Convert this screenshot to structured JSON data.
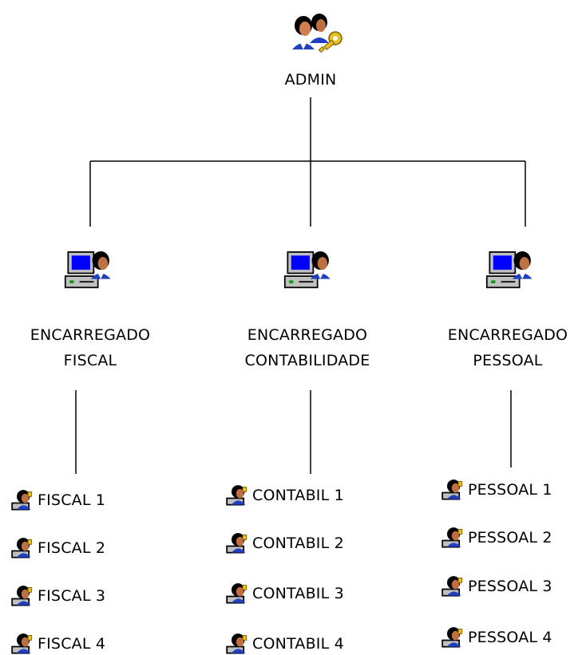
{
  "root": {
    "label": "ADMIN",
    "icon": "admin-key-users-icon"
  },
  "managers": [
    {
      "id": "fiscal",
      "line1": "ENCARREGADO",
      "line2": "FISCAL",
      "icon": "computer-user-icon"
    },
    {
      "id": "contabilidade",
      "line1": "ENCARREGADO",
      "line2": "CONTABILIDADE",
      "icon": "computer-user-icon"
    },
    {
      "id": "pessoal",
      "line1": "ENCARREGADO",
      "line2": "PESSOAL",
      "icon": "computer-user-icon"
    }
  ],
  "users": {
    "fiscal": [
      "FISCAL 1",
      "FISCAL 2",
      "FISCAL 3",
      "FISCAL 4"
    ],
    "contabilidade": [
      "CONTABIL 1",
      "CONTABIL 2",
      "CONTABIL 3",
      "CONTABIL 4"
    ],
    "pessoal": [
      "PESSOAL 1",
      "PESSOAL 2",
      "PESSOAL 3",
      "PESSOAL 4"
    ]
  },
  "user_icon": "user-icon",
  "colors": {
    "line": "#000000",
    "monitor": "#0000ff",
    "hair": "#000000",
    "skin": "#c07040",
    "shirt": "#2040c0",
    "key": "#e8c020"
  }
}
